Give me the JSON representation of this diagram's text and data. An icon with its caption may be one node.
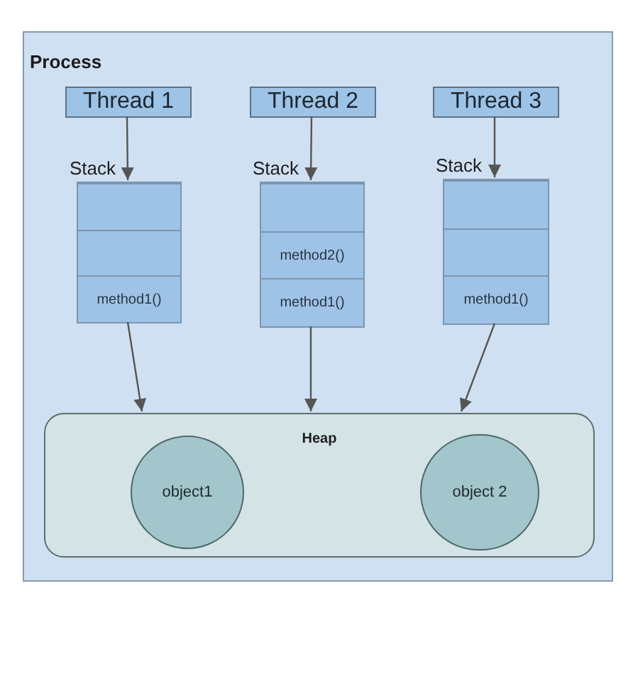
{
  "diagram": {
    "nodes": [
      {
        "text": [
          "Process"
        ]
      },
      {
        "text": [
          "Thread 1"
        ],
        "in": 0
      },
      {
        "text": [
          "Thread 2"
        ],
        "in": 0
      },
      {
        "text": [
          "Thread 3"
        ],
        "in": 0
      },
      {
        "text": [
          "Stack"
        ],
        "in": 0
      },
      {
        "text": [],
        "shape": "box",
        "in": 4
      },
      {
        "text": [],
        "shape": "box",
        "in": 4
      },
      {
        "text": [
          "method1()"
        ],
        "in": 4
      },
      {
        "text": [
          "Stack"
        ],
        "in": 0
      },
      {
        "text": [],
        "shape": "box",
        "in": 8
      },
      {
        "text": [
          "method2()"
        ],
        "in": 8
      },
      {
        "text": [
          "method1()"
        ],
        "in": 8
      },
      {
        "text": [
          "Stack"
        ],
        "in": 0
      },
      {
        "text": [],
        "shape": "box",
        "in": 12
      },
      {
        "text": [],
        "shape": "box",
        "in": 12
      },
      {
        "text": [
          "method1()"
        ],
        "in": 12
      },
      {
        "text": [
          "Heap"
        ],
        "in": 0
      },
      {
        "text": [
          "object1"
        ],
        "in": 16
      },
      {
        "text": [
          "object 2"
        ],
        "in": 16
      }
    ],
    "edges": [
      {
        "from": 1,
        "to": 4,
        "arrow": "to"
      },
      {
        "from": 2,
        "to": 8,
        "arrow": "to"
      },
      {
        "from": 3,
        "to": 12,
        "arrow": "to"
      },
      {
        "from": 4,
        "to": 16,
        "arrow": "to"
      },
      {
        "from": 8,
        "to": 16,
        "arrow": "to"
      },
      {
        "from": 12,
        "to": 16,
        "arrow": "to"
      }
    ]
  }
}
